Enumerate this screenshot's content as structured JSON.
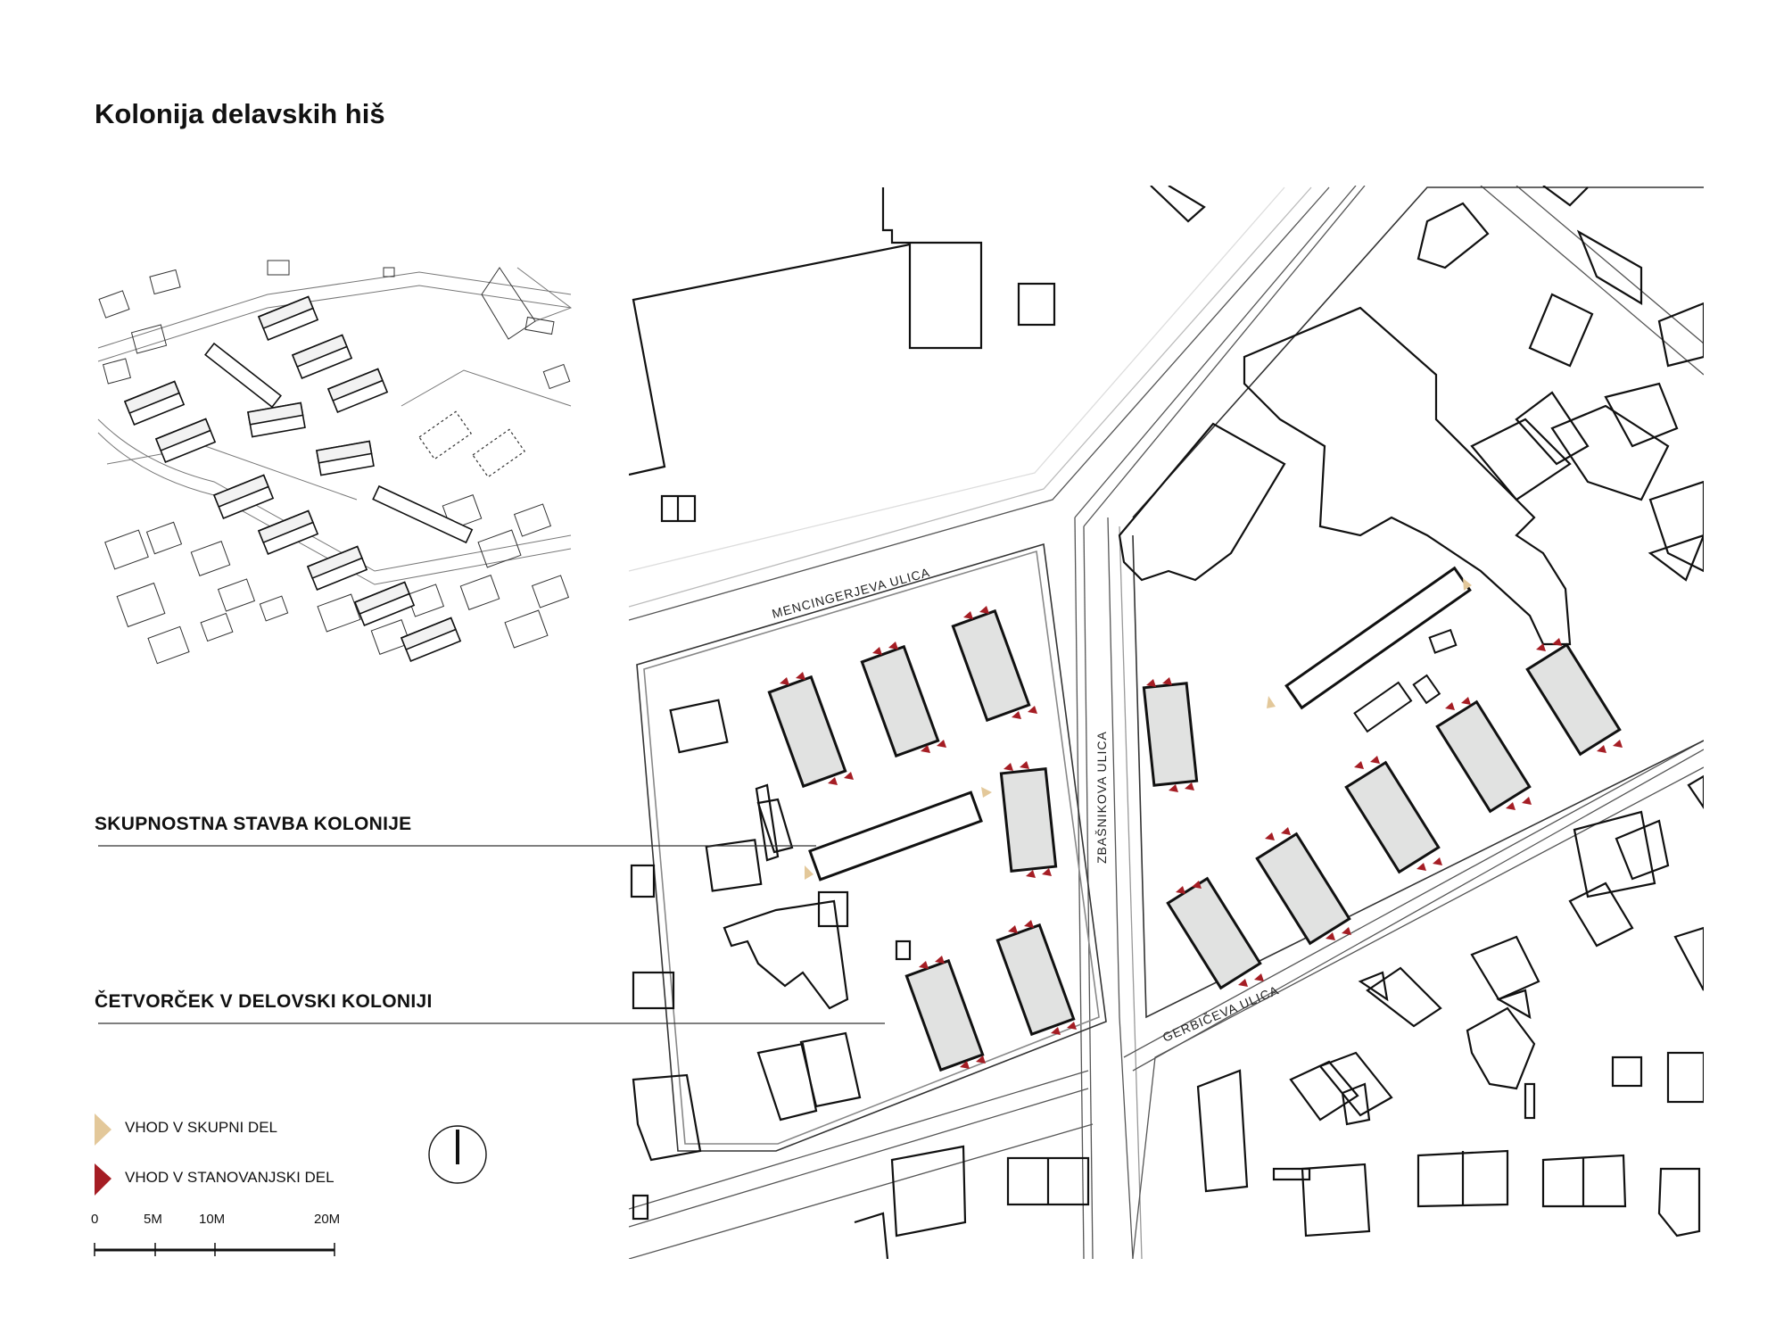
{
  "title": "Kolonija delavskih hiš",
  "callouts": {
    "community_building": "SKUPNOSTNA STAVBA KOLONIJE",
    "quad_house": "ČETVORČEK V DELOVSKI KOLONIJI"
  },
  "streets": {
    "mencingerjeva": "MENCINGERJEVA ULICA",
    "zbasnikova": "ZBAŠNIKOVA ULICA",
    "gerbiceva": "GERBIČEVA ULICA"
  },
  "legend": {
    "common_entrance": "VHOD V SKUPNI DEL",
    "residential_entrance": "VHOD V STANOVANJSKI DEL"
  },
  "scale_bar": {
    "labels": [
      "0",
      "5M",
      "10M",
      "20M"
    ],
    "values_m": [
      0,
      5,
      10,
      20
    ]
  },
  "colors": {
    "residential_entrance": "#a51d24",
    "common_entrance": "#e3c89a",
    "house_fill": "#e1e2e1",
    "line": "#000000",
    "road": "#888888"
  },
  "icons": {
    "north_arrow": "north-arrow-icon"
  }
}
